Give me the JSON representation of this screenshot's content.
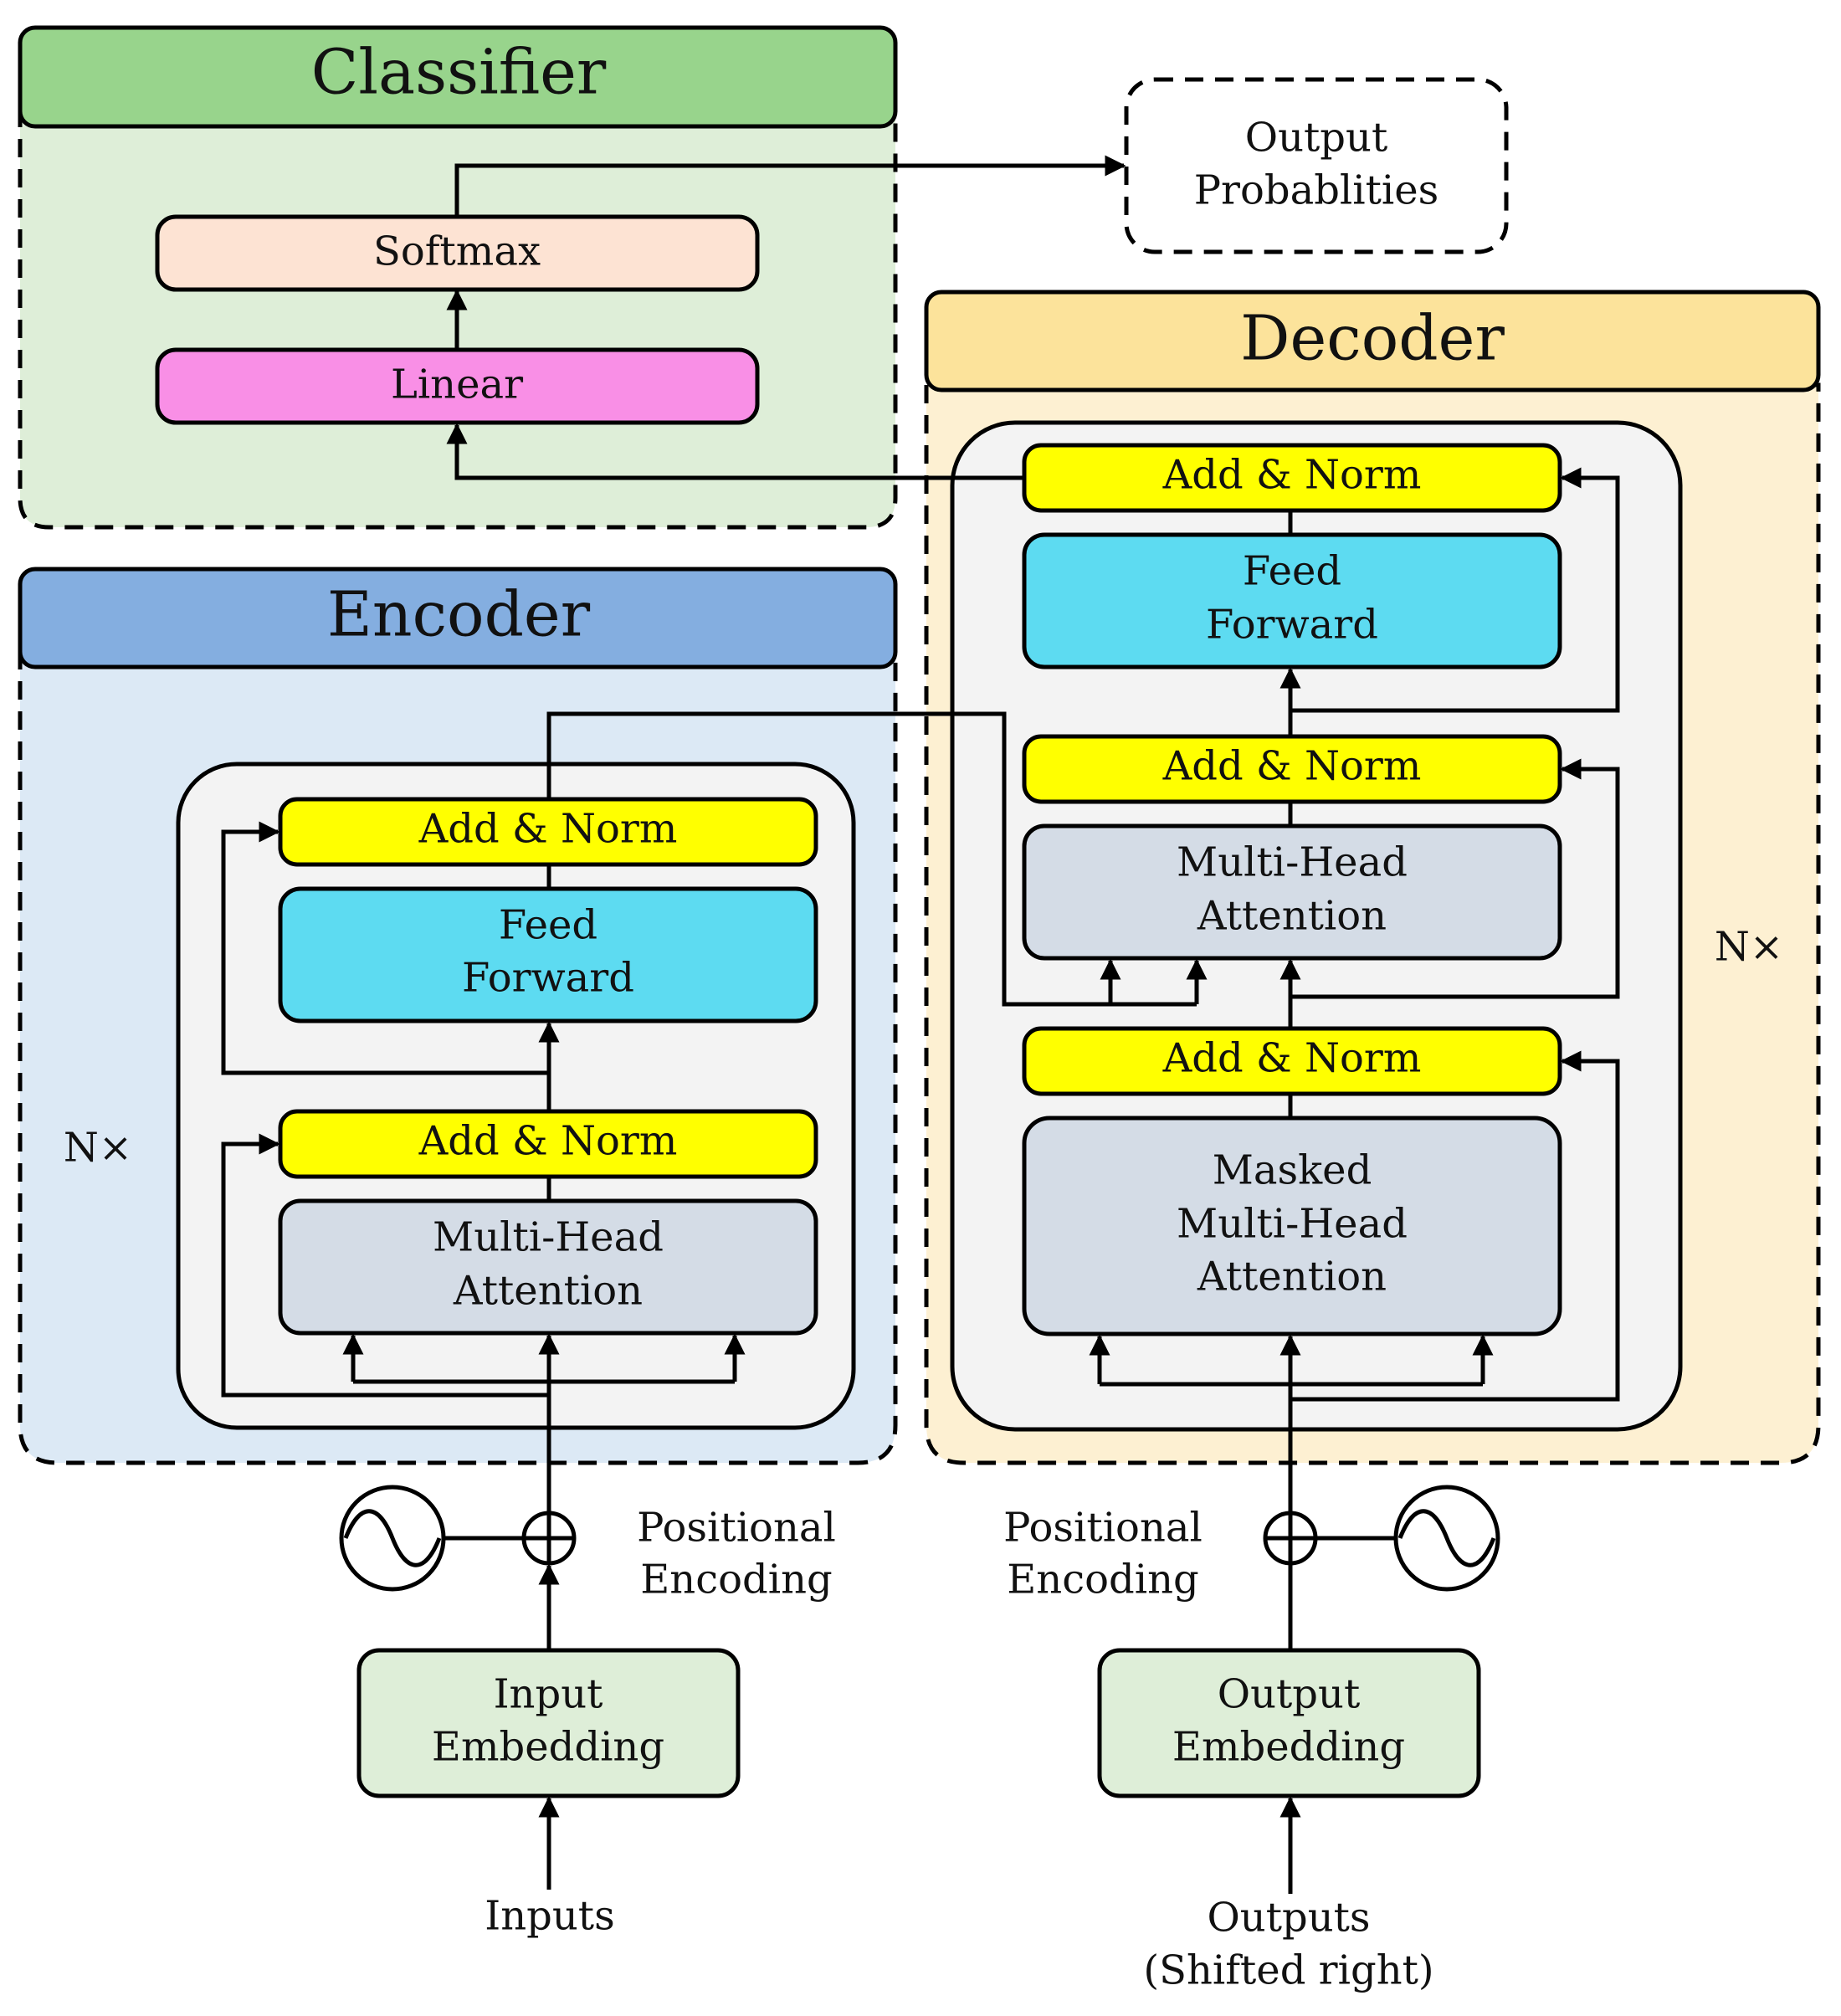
{
  "classifier": {
    "title": "Classifier",
    "softmax": "Softmax",
    "linear": "Linear",
    "output_probabilities": [
      "Output",
      "Probablities"
    ]
  },
  "encoder": {
    "title": "Encoder",
    "repeat": "N×",
    "add_norm_top": "Add & Norm",
    "feed_forward": [
      "Feed",
      "Forward"
    ],
    "add_norm_bottom": "Add & Norm",
    "attention": [
      "Multi-Head",
      "Attention"
    ],
    "positional_encoding": [
      "Positional",
      "Encoding"
    ],
    "embedding": [
      "Input",
      "Embedding"
    ],
    "input_label": "Inputs"
  },
  "decoder": {
    "title": "Decoder",
    "repeat": "N×",
    "add_norm_top": "Add & Norm",
    "feed_forward": [
      "Feed",
      "Forward"
    ],
    "add_norm_middle": "Add & Norm",
    "attention": [
      "Multi-Head",
      "Attention"
    ],
    "add_norm_bottom": "Add & Norm",
    "masked_attention": [
      "Masked",
      "Multi-Head",
      "Attention"
    ],
    "positional_encoding": [
      "Positional",
      "Encoding"
    ],
    "embedding": [
      "Output",
      "Embedding"
    ],
    "output_label": [
      "Outputs",
      "(Shifted right)"
    ]
  },
  "colors": {
    "classifier_header": "#98d48c",
    "classifier_bg": "#deeed8",
    "softmax": "#fde3d3",
    "linear": "#f98fe6",
    "encoder_header": "#84aee0",
    "encoder_bg": "#dce9f5",
    "decoder_header": "#fce39b",
    "decoder_bg": "#fdf0d2",
    "layer_bg": "#f3f3f3",
    "add_norm": "#ffff00",
    "feed_forward": "#5ddbf1",
    "attention": "#d4dce6",
    "embedding": "#deeed8"
  }
}
